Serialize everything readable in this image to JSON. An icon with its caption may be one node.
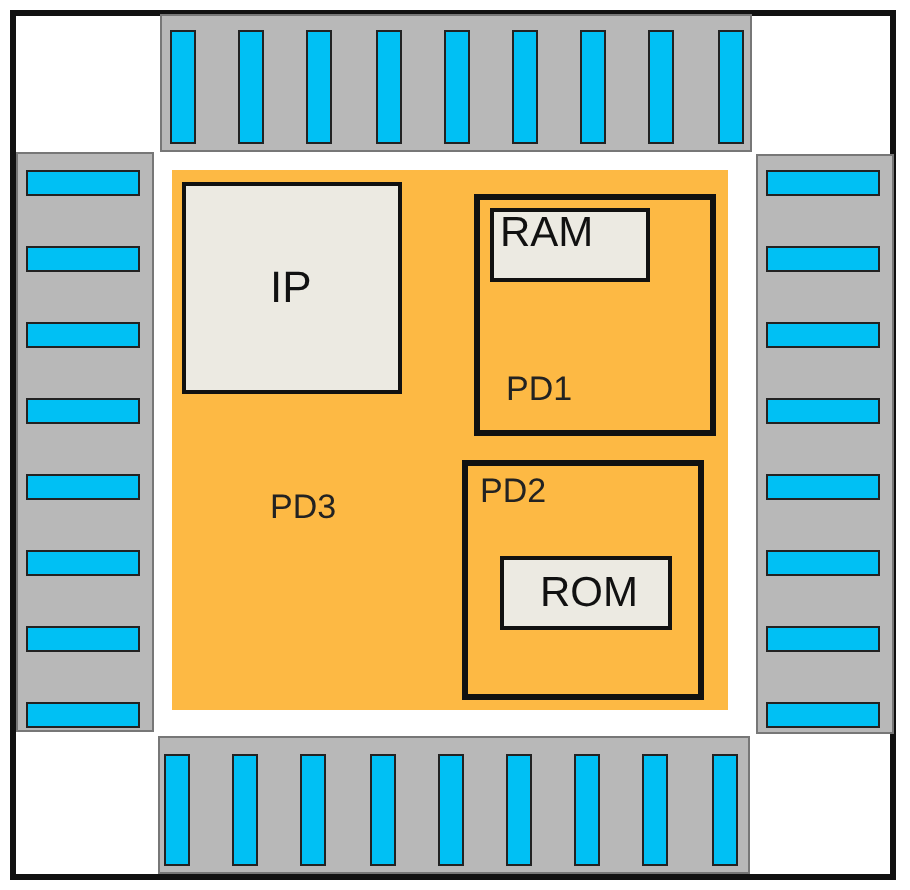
{
  "diagram": {
    "nodes": [
      {
        "text": [
          "PD3"
        ]
      },
      {
        "text": [
          "IP"
        ],
        "in": 0
      },
      {
        "text": [
          "PD1"
        ],
        "in": 0
      },
      {
        "text": [
          "RAM"
        ],
        "in": 2
      },
      {
        "text": [
          "PD2"
        ],
        "in": 0
      },
      {
        "text": [
          "ROM"
        ],
        "in": 4
      }
    ]
  }
}
